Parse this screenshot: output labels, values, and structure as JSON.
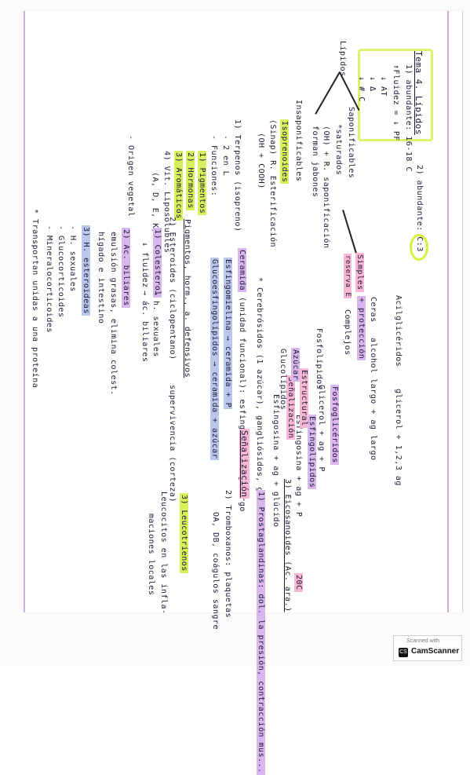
{
  "notes": {
    "title": "Tema 4. Lípidos",
    "left_top": [
      "1) abundante: 16-18 C",
      "↑Fluidez = ↓ PF",
      "↓ AT",
      "↓ Δ",
      "↓ # C"
    ],
    "saturation": "2) abundante: C:3",
    "main_heading": "Lípidos",
    "sub_left": "Insaponificables",
    "sub_mid": "Saponificables",
    "saturation_note": "*saturados",
    "saponification": "(OH) + R. saponificación",
    "soaps": "forman jabones",
    "insap_detail": [
      "Isoprenoides",
      "(Sinap) R. Esterificación",
      "(OH + COOH)"
    ],
    "isoprenoides_list": [
      "1) Terpenos (isopreno)",
      "- 2 en L",
      "- Funciones:",
      "1) Pigmentos",
      "2) Hormonas",
      "3) Aromáticos",
      "4) Vit. Liposolubles",
      "(A, D, E, K)",
      "- Origen vegetal"
    ],
    "simple_complex": [
      "Simples",
      "Complejos"
    ],
    "acilgliceridos": "Acilglicéridos",
    "glycerol": "glicerol + 1,2,3 ag",
    "ceras": "Ceras",
    "ceras_desc": "alcohol largo + ag largo",
    "proteccion": "+ protección",
    "fosfolipidos": "Fosfolípidos",
    "glicerol_ag": "Glicerol + ag + P",
    "esfingolipidos": "Esfingolípidos",
    "esfingosina": "Esfingosina + ag + P",
    "fosfogliceridos": "Fosfoglicéridos",
    "estructural": "Estructural",
    "senalizacion": "Señalización",
    "glucolipidos": "Glucolípidos",
    "azucar": "Azúcar",
    "esfingosina_ag": "Esfingosina + ag + glúcido",
    "cerebrosidos": "* Cerebrósidos (1 azúcar), gangliósidos, globósidos (2 o +)",
    "ceramida": "Ceramida",
    "ceramida_desc": "(unidad funcional): esfingosina + ag largo",
    "esfingomielina": "Esfingomielina → ceramida + P",
    "glucoesfingolipidos": "Glucoesfingolípidos → ceramida + azúcar",
    "pigmentos": "Pigmentos, horm., a. defensivos",
    "esteroides": "2) Esteroides (ciclopentano)",
    "colesterol": "1) Colesterol",
    "fluidez": "↓ fluidez",
    "hormonas": "→ h. sexuales",
    "acidos": "→ ác. biliares",
    "ac_biliares": "2) Ac. biliares",
    "emulsion": "emulsión grasas, elimina colest.",
    "higado": "hígado e intestino",
    "esteroideas": "3) H. esteroideas",
    "sexuales": "- H. sexuales",
    "corticoides": "- Glucocorticoides",
    "mineral": "- Mineralocorticoides",
    "transportan": "* Transportan unidas a una proteína",
    "senalizacion_big": "Señalización",
    "supervivencia": "supervivencia (corteza)",
    "eicosanoides": "3) Eicosanoides (Ac. ara.)",
    "unit": "20C",
    "prostaglandinas": "1) Prostaglandinas: dol. la presión, contracción mus...",
    "tromboxanos": "2) Tromboxanos: plaquetas",
    "otros": "OA, DB, coágulos sangre",
    "leucotrienos": "3) Leucotrienos",
    "leucocitos": "Leucocitos en las infla-",
    "inflamacion": "maciones locales"
  },
  "scanner": {
    "top": "Scanned with",
    "brand": "CamScanner"
  }
}
